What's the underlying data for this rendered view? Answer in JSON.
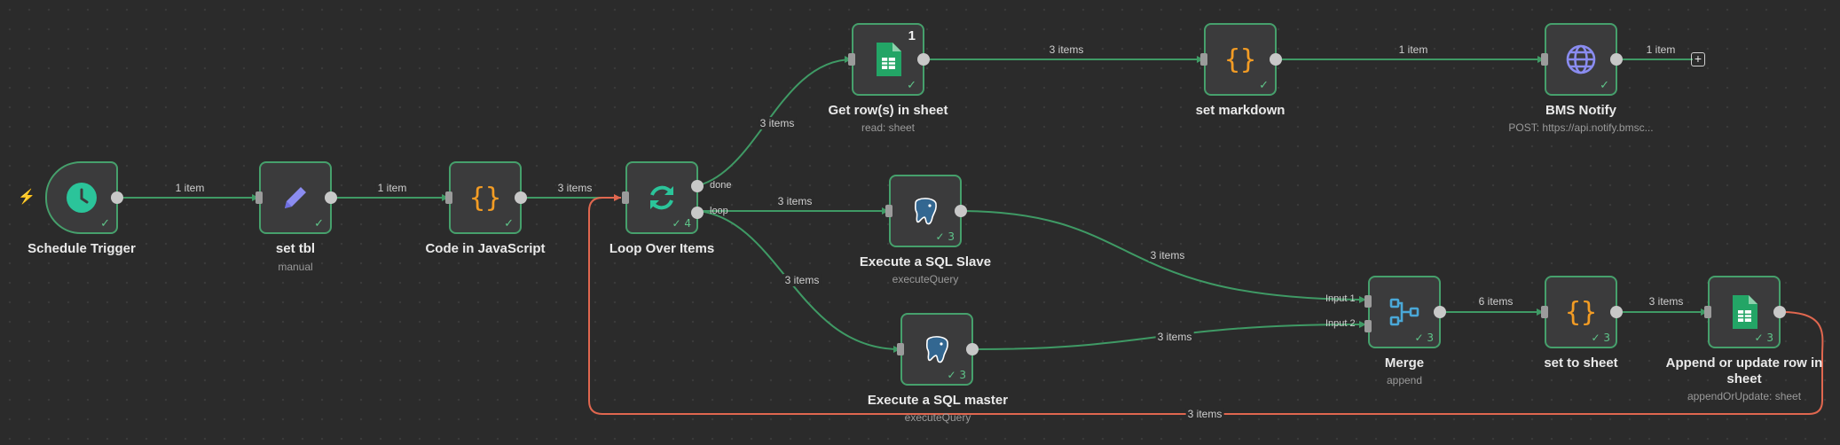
{
  "nodes": {
    "schedule_trigger": {
      "label": "Schedule Trigger"
    },
    "set_tbl": {
      "label": "set tbl",
      "subtitle": "manual"
    },
    "code_js": {
      "label": "Code in JavaScript"
    },
    "loop": {
      "label": "Loop Over Items",
      "count": "4",
      "done_label": "done",
      "loop_label": "loop"
    },
    "get_rows": {
      "label": "Get row(s) in sheet",
      "subtitle": "read: sheet",
      "badge": "1"
    },
    "set_markdown": {
      "label": "set markdown"
    },
    "bms_notify": {
      "label": "BMS Notify",
      "subtitle": "POST: https://api.notify.bmsc..."
    },
    "sql_slave": {
      "label": "Execute a SQL Slave",
      "subtitle": "executeQuery",
      "count": "3"
    },
    "sql_master": {
      "label": "Execute a SQL master",
      "subtitle": "executeQuery",
      "count": "3"
    },
    "merge": {
      "label": "Merge",
      "subtitle": "append",
      "count": "3",
      "input1": "Input 1",
      "input2": "Input 2"
    },
    "set_sheet": {
      "label": "set to sheet",
      "count": "3"
    },
    "append_row": {
      "label": "Append or update row in sheet",
      "subtitle": "appendOrUpdate: sheet",
      "count": "3"
    }
  },
  "edges": {
    "trigger_settbl": "1 item",
    "settbl_code": "1 item",
    "code_loop": "3 items",
    "done_getrows": "3 items",
    "getrows_markdown": "3 items",
    "markdown_bms": "1 item",
    "bms_out": "1 item",
    "loop_slave": "3 items",
    "loop_master": "3 items",
    "slave_merge": "3 items",
    "master_merge": "3 items",
    "merge_setsheet": "6 items",
    "setsheet_append": "3 items",
    "append_loop": "3 items"
  },
  "colors": {
    "canvas": "#2b2b2b",
    "node_border": "#46a06c",
    "edge_success": "#3f9a65",
    "edge_loopback": "#e0674f",
    "check": "#5fc58a"
  },
  "icons": {
    "schedule_trigger": "clock-icon",
    "set_tbl": "pencil-icon",
    "code_js": "curly-braces-icon",
    "loop": "refresh-icon",
    "get_rows": "google-sheets-icon",
    "set_markdown": "curly-braces-icon",
    "bms_notify": "globe-icon",
    "sql": "postgres-elephant-icon",
    "merge": "merge-icon",
    "set_sheet": "curly-braces-icon",
    "append_row": "google-sheets-icon",
    "add": "plus-icon",
    "trigger_marker": "lightning-bolt-icon"
  }
}
